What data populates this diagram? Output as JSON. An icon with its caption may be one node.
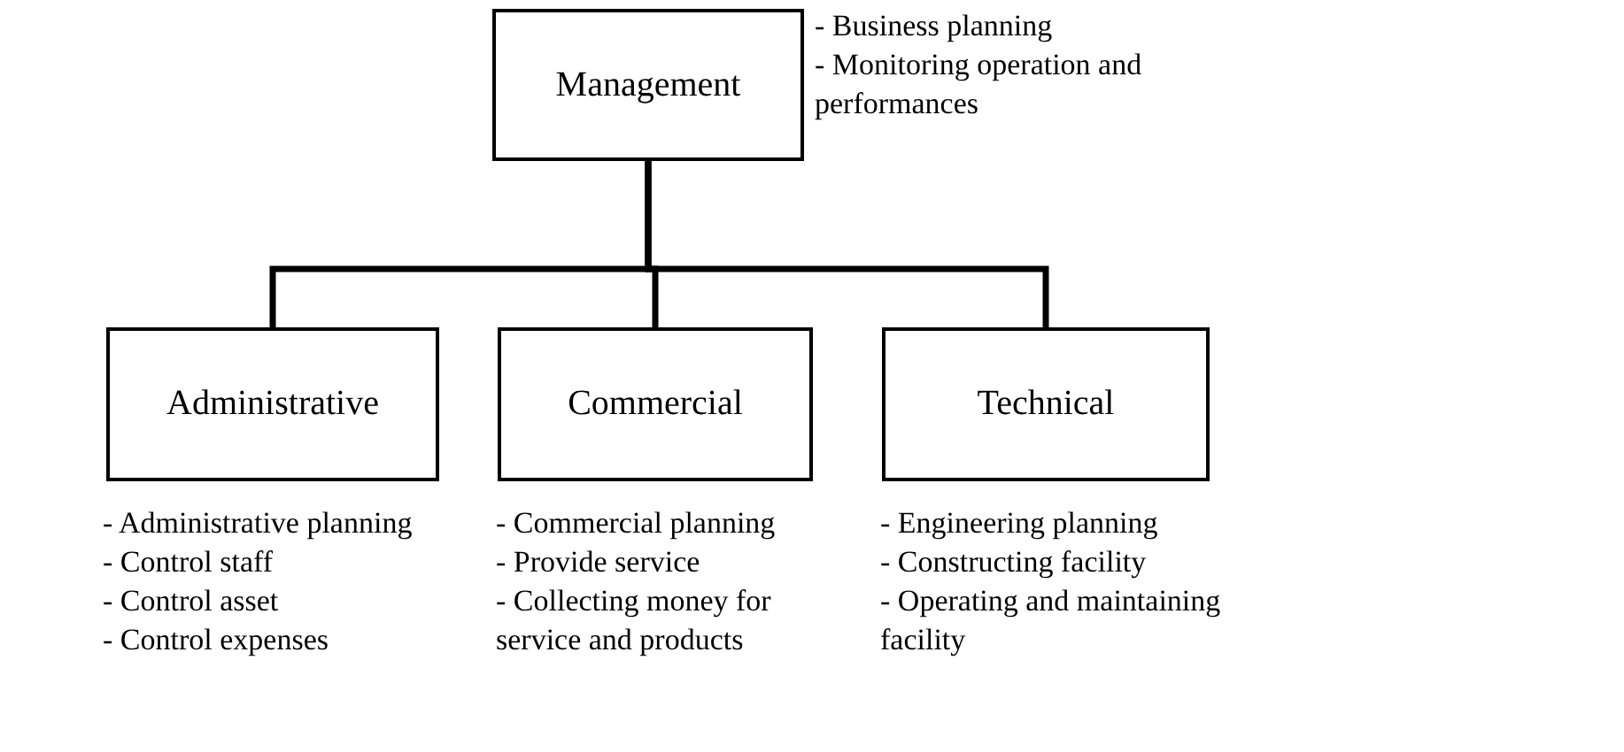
{
  "diagram": {
    "nodes": [
      {
        "text": [
          "Management"
        ],
        "beside": [
          "- Business planning",
          "- Monitoring operation and performances"
        ]
      },
      {
        "text": [
          "Administrative"
        ],
        "beside": [
          "- Administrative planning",
          "- Control staff",
          "- Control asset",
          "- Control expenses"
        ]
      },
      {
        "text": [
          "Commercial"
        ],
        "beside": [
          "- Commercial planning",
          "- Provide service",
          "- Collecting money for service and products"
        ]
      },
      {
        "text": [
          "Technical"
        ],
        "beside": [
          "- Engineering planning",
          "- Constructing facility",
          "- Operating and maintaining facility"
        ]
      }
    ],
    "edges": [
      {
        "from": 0,
        "to": 1,
        "arrow": "none"
      },
      {
        "from": 0,
        "to": 2,
        "arrow": "none"
      },
      {
        "from": 0,
        "to": 3,
        "arrow": "none"
      }
    ]
  }
}
